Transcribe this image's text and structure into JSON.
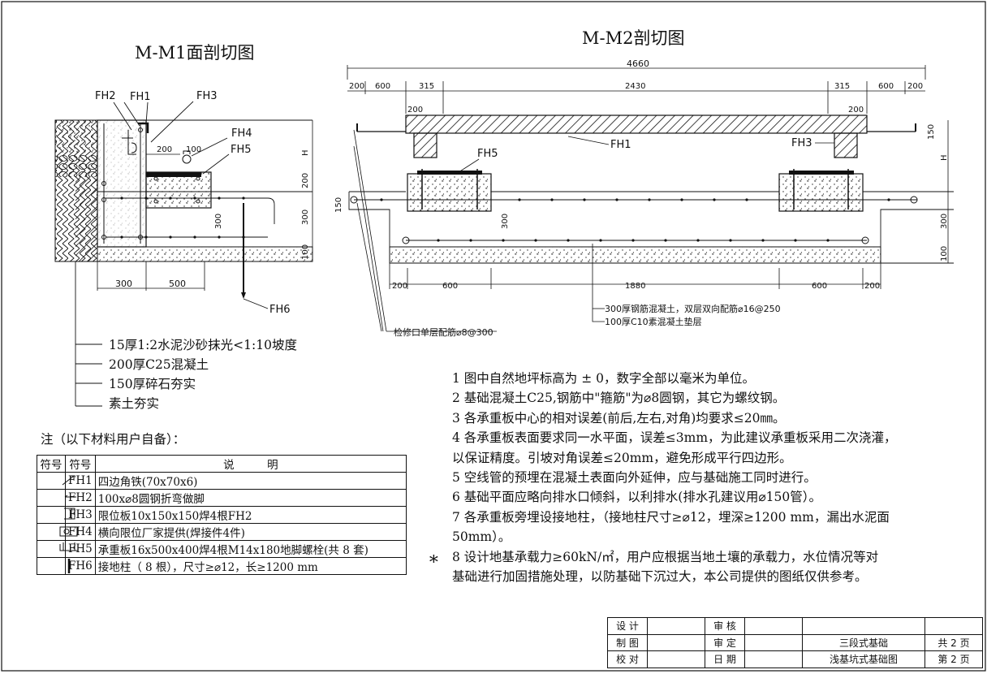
{
  "titles": {
    "m1": "M-M1面剖切图",
    "m2": "M-M2剖切图"
  },
  "m1": {
    "labels": {
      "fh1": "FH1",
      "fh2": "FH2",
      "fh3": "FH3",
      "fh4": "FH4",
      "fh5": "FH5",
      "fh6": "FH6"
    },
    "dims": {
      "d200": "200",
      "d100": "100",
      "h": "H",
      "v200": "200",
      "v300": "300",
      "v100": "100",
      "v300b": "300",
      "b300": "300",
      "b500": "500"
    }
  },
  "m2": {
    "labels": {
      "fh1": "FH1",
      "fh3": "FH3",
      "fh5": "FH5"
    },
    "dims_top": [
      "200",
      "600",
      "315",
      "2430",
      "315",
      "600",
      "200"
    ],
    "overall": "4660",
    "inner200a": "200",
    "inner200b": "200",
    "right": {
      "v150": "150",
      "h": "H",
      "v300": "300",
      "v100": "100"
    },
    "left150": "150",
    "mid300": "300",
    "dims_bottom": [
      "200",
      "600",
      "1880",
      "600",
      "200"
    ],
    "callouts": {
      "slab": "300厚钢筋混凝土，双层双向配筋⌀16@250",
      "pad": "100厚C10素混凝土垫层",
      "pit": "检修口单层配筋⌀8@300"
    }
  },
  "legend_layers": [
    "15厚1:2水泥沙砂抹光<1:10坡度",
    "200厚C25混凝土",
    "150厚碎石夯实",
    "素土夯实"
  ],
  "materials": {
    "title": "注（以下材料用户自备）：",
    "headers": [
      "符号",
      "符号",
      "说　　　明"
    ],
    "rows": [
      {
        "code": "FH1",
        "desc": "四边角铁(70x70x6)"
      },
      {
        "code": "FH2",
        "desc": "100x⌀8圆钢折弯做脚"
      },
      {
        "code": "FH3",
        "desc": "限位板10x150x150焊4根FH2"
      },
      {
        "code": "FH4",
        "desc": "横向限位厂家提供(焊接件4件)"
      },
      {
        "code": "FH5",
        "desc": "承重板16x500x400焊4根M14x180地脚螺栓(共 8 套)"
      },
      {
        "code": "FH6",
        "desc": "接地柱（ 8 根），尺寸≥⌀12，长≥1200 mm"
      }
    ]
  },
  "notes": [
    "1  图中自然地坪标高为 ± 0，数字全部以毫米为单位。",
    "2  基础混凝土C25,钢筋中\"箍筋\"为⌀8圆钢，其它为螺纹钢。",
    "3  各承重板中心的相对误差(前后,左右,对角)均要求≤20㎜。",
    "4  各承重板表面要求同一水平面，误差≤3mm，为此建议承重板采用二次浇灌，",
    "    以保证精度。引坡对角误差≤20mm，避免形成平行四边形。",
    "5  空线管的预埋在混凝土表面向外延伸，应与基础施工同时进行。",
    "6  基础平面应略向排水口倾斜，以利排水(排水孔建议用⌀150管）。",
    "7  各承重板旁埋设接地柱，（接地柱尺寸≥⌀12，埋深≥1200 mm，漏出水泥面",
    "50mm）。",
    "8  设计地基承载力≥60kN/㎡，用户应根据当地土壤的承载力，水位情况等对",
    "基础进行加固措施处理，以防基础下沉过大，本公司提供的图纸仅供参考。"
  ],
  "star": "∗",
  "titleblock": {
    "design": "设 计",
    "review": "审 核",
    "draw": "制 图",
    "approve": "审 定",
    "check": "校 对",
    "date": "日 期",
    "name1": "三段式基础",
    "name2": "浅基坑式基础图",
    "total": "共 2 页",
    "page": "第 2 页"
  }
}
